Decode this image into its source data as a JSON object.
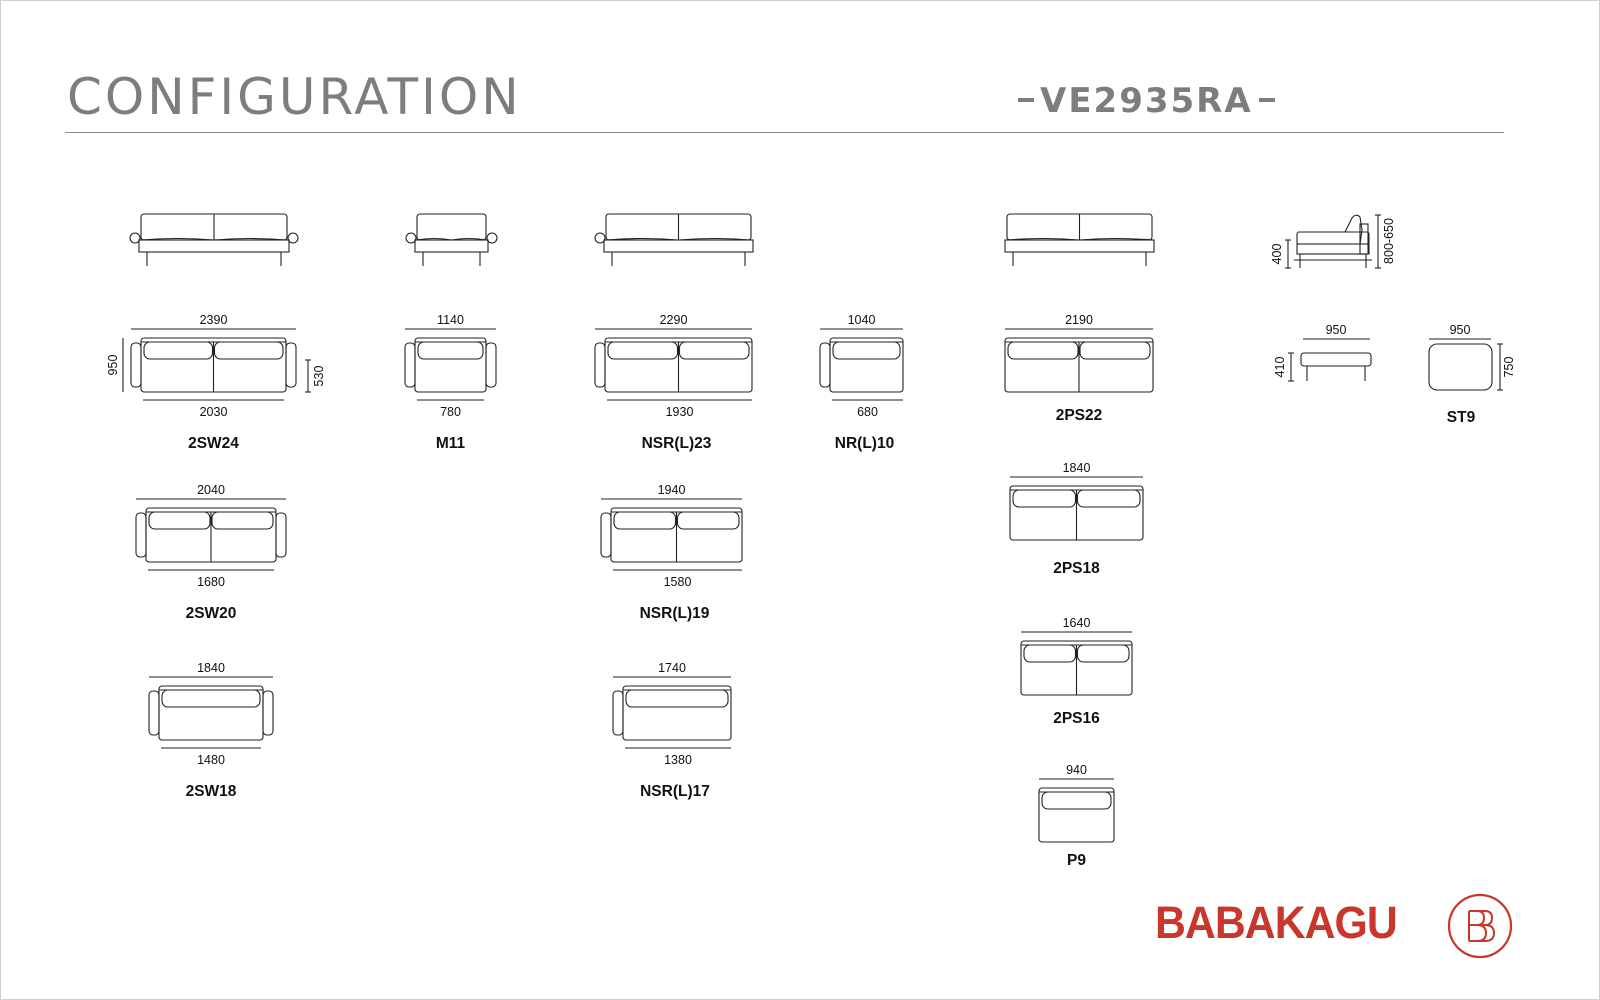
{
  "header": {
    "title": "CONFIGURATION",
    "model": "VE2935RA"
  },
  "brand": {
    "name": "BABAKAGU",
    "color": "#c9372c",
    "emblem": "double-B circular monogram"
  },
  "front_views": [
    {
      "id": "front-2sw",
      "type": "front-armless"
    },
    {
      "id": "front-m11",
      "type": "front-arm-single"
    },
    {
      "id": "front-nsr",
      "type": "front-arm-left"
    },
    {
      "id": "front-2ps",
      "type": "front-plain"
    },
    {
      "id": "side-ottoman",
      "type": "side-view",
      "dims": [
        "400",
        "800-650"
      ]
    }
  ],
  "modules": [
    {
      "code": "2SW24",
      "top": "2390",
      "bottom": "2030",
      "depth": "950",
      "seat": "530",
      "type": "sofa-2arms"
    },
    {
      "code": "M11",
      "top": "1140",
      "bottom": "780",
      "type": "sofa-2arms"
    },
    {
      "code": "NSR(L)23",
      "top": "2290",
      "bottom": "1930",
      "type": "sofa-left-arm"
    },
    {
      "code": "NR(L)10",
      "top": "1040",
      "bottom": "680",
      "type": "sofa-left-arm"
    },
    {
      "code": "2PS22",
      "top": "2190",
      "type": "sofa-plain"
    },
    {
      "code": "2SW20",
      "top": "2040",
      "bottom": "1680",
      "type": "sofa-2arms"
    },
    {
      "code": "NSR(L)19",
      "top": "1940",
      "bottom": "1580",
      "type": "sofa-left-arm"
    },
    {
      "code": "2PS18",
      "top": "1840",
      "type": "sofa-plain"
    },
    {
      "code": "2SW18",
      "top": "1840",
      "bottom": "1480",
      "type": "sofa-2arms"
    },
    {
      "code": "NSR(L)17",
      "top": "1740",
      "bottom": "1380",
      "type": "sofa-left-arm"
    },
    {
      "code": "2PS16",
      "top": "1640",
      "type": "sofa-plain"
    },
    {
      "code": "P9",
      "top": "940",
      "type": "sofa-plain"
    },
    {
      "code": "ST9",
      "top": "950",
      "side_top": "950",
      "side_height": "410",
      "depth": "750",
      "type": "ottoman"
    }
  ]
}
